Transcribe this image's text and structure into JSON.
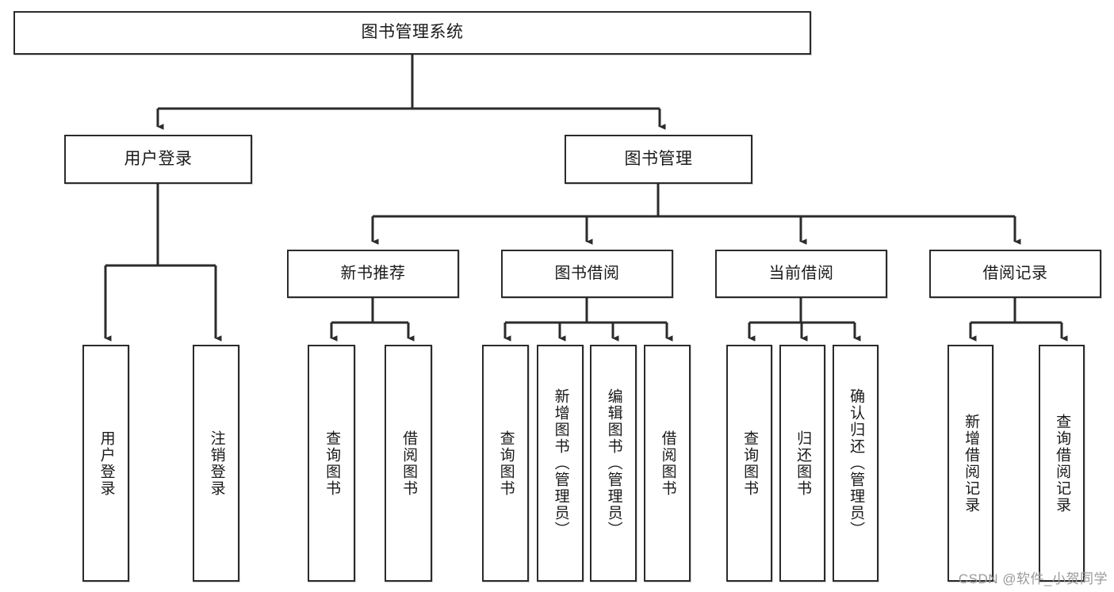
{
  "diagram": {
    "title": "图书管理系统",
    "type": "tree-hierarchy",
    "colors": {
      "stroke": "#2b2b2b",
      "fill": "#ffffff",
      "text": "#1a1a1a",
      "watermark": "#9a9a9a"
    },
    "root": {
      "label": "图书管理系统"
    },
    "level2": [
      {
        "label": "用户登录"
      },
      {
        "label": "图书管理"
      }
    ],
    "level3": [
      {
        "label": "新书推荐"
      },
      {
        "label": "图书借阅"
      },
      {
        "label": "当前借阅"
      },
      {
        "label": "借阅记录"
      }
    ],
    "leaves": {
      "user_login": [
        {
          "label": "用户登录"
        },
        {
          "label": "注销登录"
        }
      ],
      "new_book_recommend": [
        {
          "label": "查询图书"
        },
        {
          "label": "借阅图书"
        }
      ],
      "book_borrow": [
        {
          "label": "查询图书"
        },
        {
          "label": "新增图书（管理员）"
        },
        {
          "label": "编辑图书（管理员）"
        },
        {
          "label": "借阅图书"
        }
      ],
      "current_borrow": [
        {
          "label": "查询图书"
        },
        {
          "label": "归还图书"
        },
        {
          "label": "确认归还（管理员）"
        }
      ],
      "borrow_records": [
        {
          "label": "新增借阅记录"
        },
        {
          "label": "查询借阅记录"
        }
      ]
    },
    "watermark": "CSDN @软件_小贺同学"
  }
}
